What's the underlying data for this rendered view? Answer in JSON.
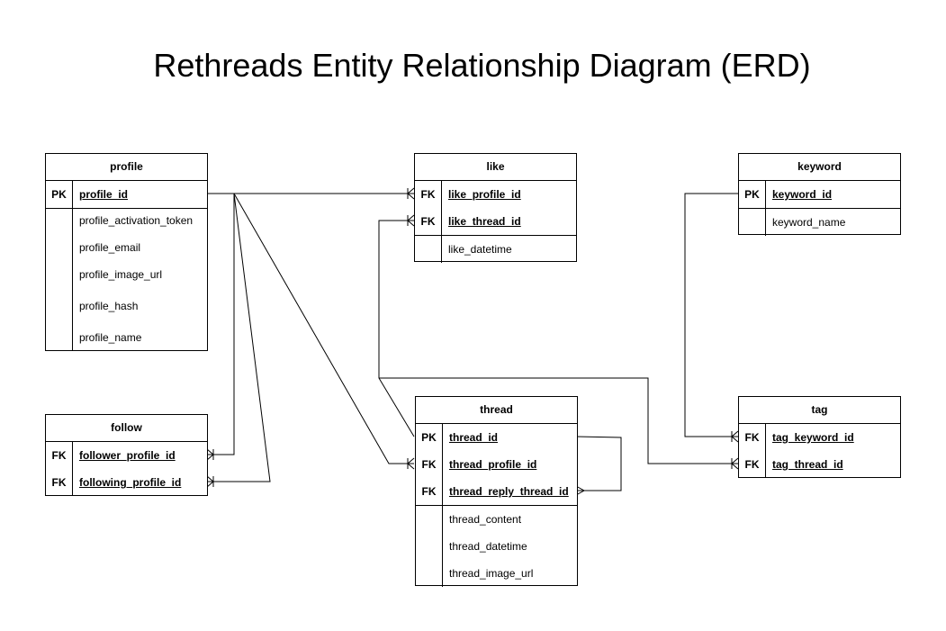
{
  "title": "Rethreads Entity Relationship Diagram (ERD)",
  "entities": {
    "profile": {
      "name": "profile",
      "keys": [
        {
          "k": "PK",
          "n": "profile_id"
        }
      ],
      "attrs": [
        "profile_activation_token",
        "profile_email",
        "profile_image_url",
        "profile_hash",
        "profile_name"
      ]
    },
    "like": {
      "name": "like",
      "keys": [
        {
          "k": "FK",
          "n": "like_profile_id"
        },
        {
          "k": "FK",
          "n": "like_thread_id"
        }
      ],
      "attrs": [
        "like_datetime"
      ]
    },
    "keyword": {
      "name": "keyword",
      "keys": [
        {
          "k": "PK",
          "n": "keyword_id"
        }
      ],
      "attrs": [
        "keyword_name"
      ]
    },
    "follow": {
      "name": "follow",
      "keys": [
        {
          "k": "FK",
          "n": "follower_profile_id"
        },
        {
          "k": "FK",
          "n": "following_profile_id"
        }
      ],
      "attrs": []
    },
    "thread": {
      "name": "thread",
      "keys": [
        {
          "k": "PK",
          "n": "thread_id"
        },
        {
          "k": "FK",
          "n": "thread_profile_id"
        },
        {
          "k": "FK",
          "n": "thread_reply_thread_id"
        }
      ],
      "attrs": [
        "thread_content",
        "thread_datetime",
        "thread_image_url"
      ]
    },
    "tag": {
      "name": "tag",
      "keys": [
        {
          "k": "FK",
          "n": "tag_keyword_id"
        },
        {
          "k": "FK",
          "n": "tag_thread_id"
        }
      ],
      "attrs": []
    }
  }
}
